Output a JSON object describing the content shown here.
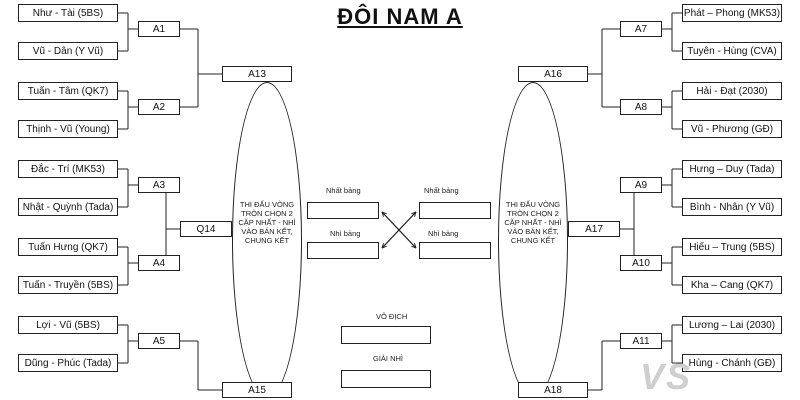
{
  "title": "ĐÔI NAM A",
  "teams_left": [
    "Như - Tài (5BS)",
    "Vũ - Dân (Y Vũ)",
    "Tuấn - Tâm (QK7)",
    "Thịnh - Vũ (Young)",
    "Đắc - Trí (MK53)",
    "Nhật - Quỳnh (Tada)",
    "Tuấn Hưng (QK7)",
    "Tuấn - Truyền (5BS)",
    "Lợi - Vũ (5BS)",
    "Dũng - Phúc (Tada)"
  ],
  "teams_right": [
    "Phát – Phong (MK53)",
    "Tuyên - Hùng (CVA)",
    "Hải - Đạt (2030)",
    "Vũ - Phương (GĐ)",
    "Hưng – Duy (Tada)",
    "Bình - Nhân (Y Vũ)",
    "Hiếu – Trung (5BS)",
    "Kha – Cang (QK7)",
    "Lương – Lai (2030)",
    "Hùng - Chánh (GĐ)"
  ],
  "matches_left": [
    "A1",
    "A2",
    "A3",
    "A4",
    "A5"
  ],
  "matches_right": [
    "A7",
    "A8",
    "A9",
    "A10",
    "A11"
  ],
  "groups_left": [
    "A13",
    "Q14",
    "A15"
  ],
  "groups_right": [
    "A16",
    "A17",
    "A18"
  ],
  "group_note": "THI ĐẤU VÒNG TRÒN CHỌN 2 CẶP NHẤT - NHÌ VÀO BÁN KẾT, CHUNG KẾT",
  "semis": {
    "first": "Nhất bảng",
    "second": "Nhì bảng"
  },
  "final": {
    "champion": "VÔ ĐỊCH",
    "runner_up": "GIẢI NHÌ"
  },
  "watermark": "VS"
}
